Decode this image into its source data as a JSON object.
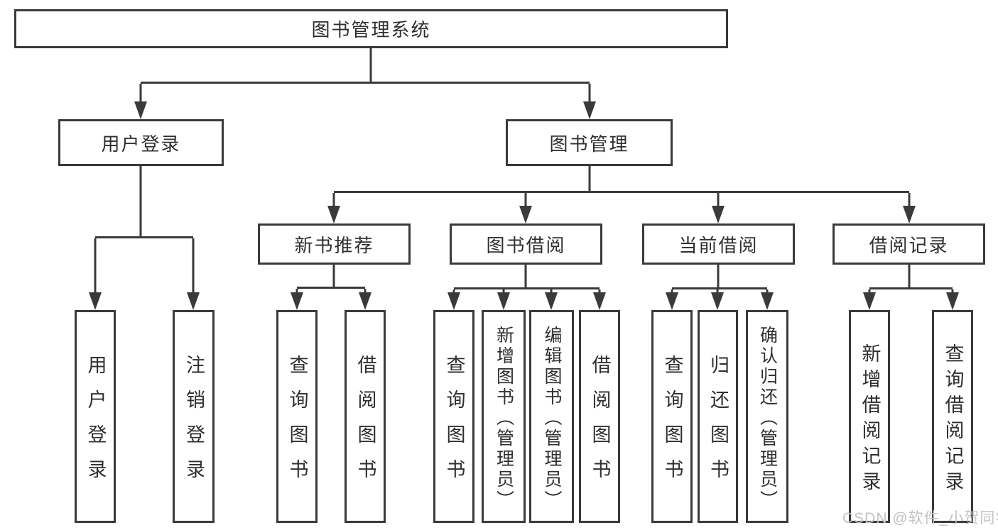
{
  "root": {
    "label": "图书管理系统"
  },
  "level2": {
    "user": {
      "label": "用户登录"
    },
    "book": {
      "label": "图书管理"
    }
  },
  "level3": {
    "recommend": {
      "label": "新书推荐"
    },
    "borrow": {
      "label": "图书借阅"
    },
    "current": {
      "label": "当前借阅"
    },
    "records": {
      "label": "借阅记录"
    }
  },
  "leaves": {
    "userLogin": "用户登录",
    "logoutLogin": "注销登录",
    "recQueryBooks": "查询图书",
    "recBorrowBooks": "借阅图书",
    "borQueryBooks": "查询图书",
    "borAddBooks": "新增图书（管理员）",
    "borEditBooks": "编辑图书（管理员）",
    "borBorrowBooks": "借阅图书",
    "curQueryBooks": "查询图书",
    "curReturnBooks": "归还图书",
    "curConfirmReturn": "确认归还（管理员）",
    "recAddRecord": "新增借阅记录",
    "recQueryRecord": "查询借阅记录"
  },
  "watermark": "CSDN @软件_小贺同学",
  "colors": {
    "line": "#3a3a3a",
    "border": "#3a3a3a",
    "text": "#2f2f2f",
    "watermark": "#c3c3c3",
    "background": "#ffffff"
  }
}
